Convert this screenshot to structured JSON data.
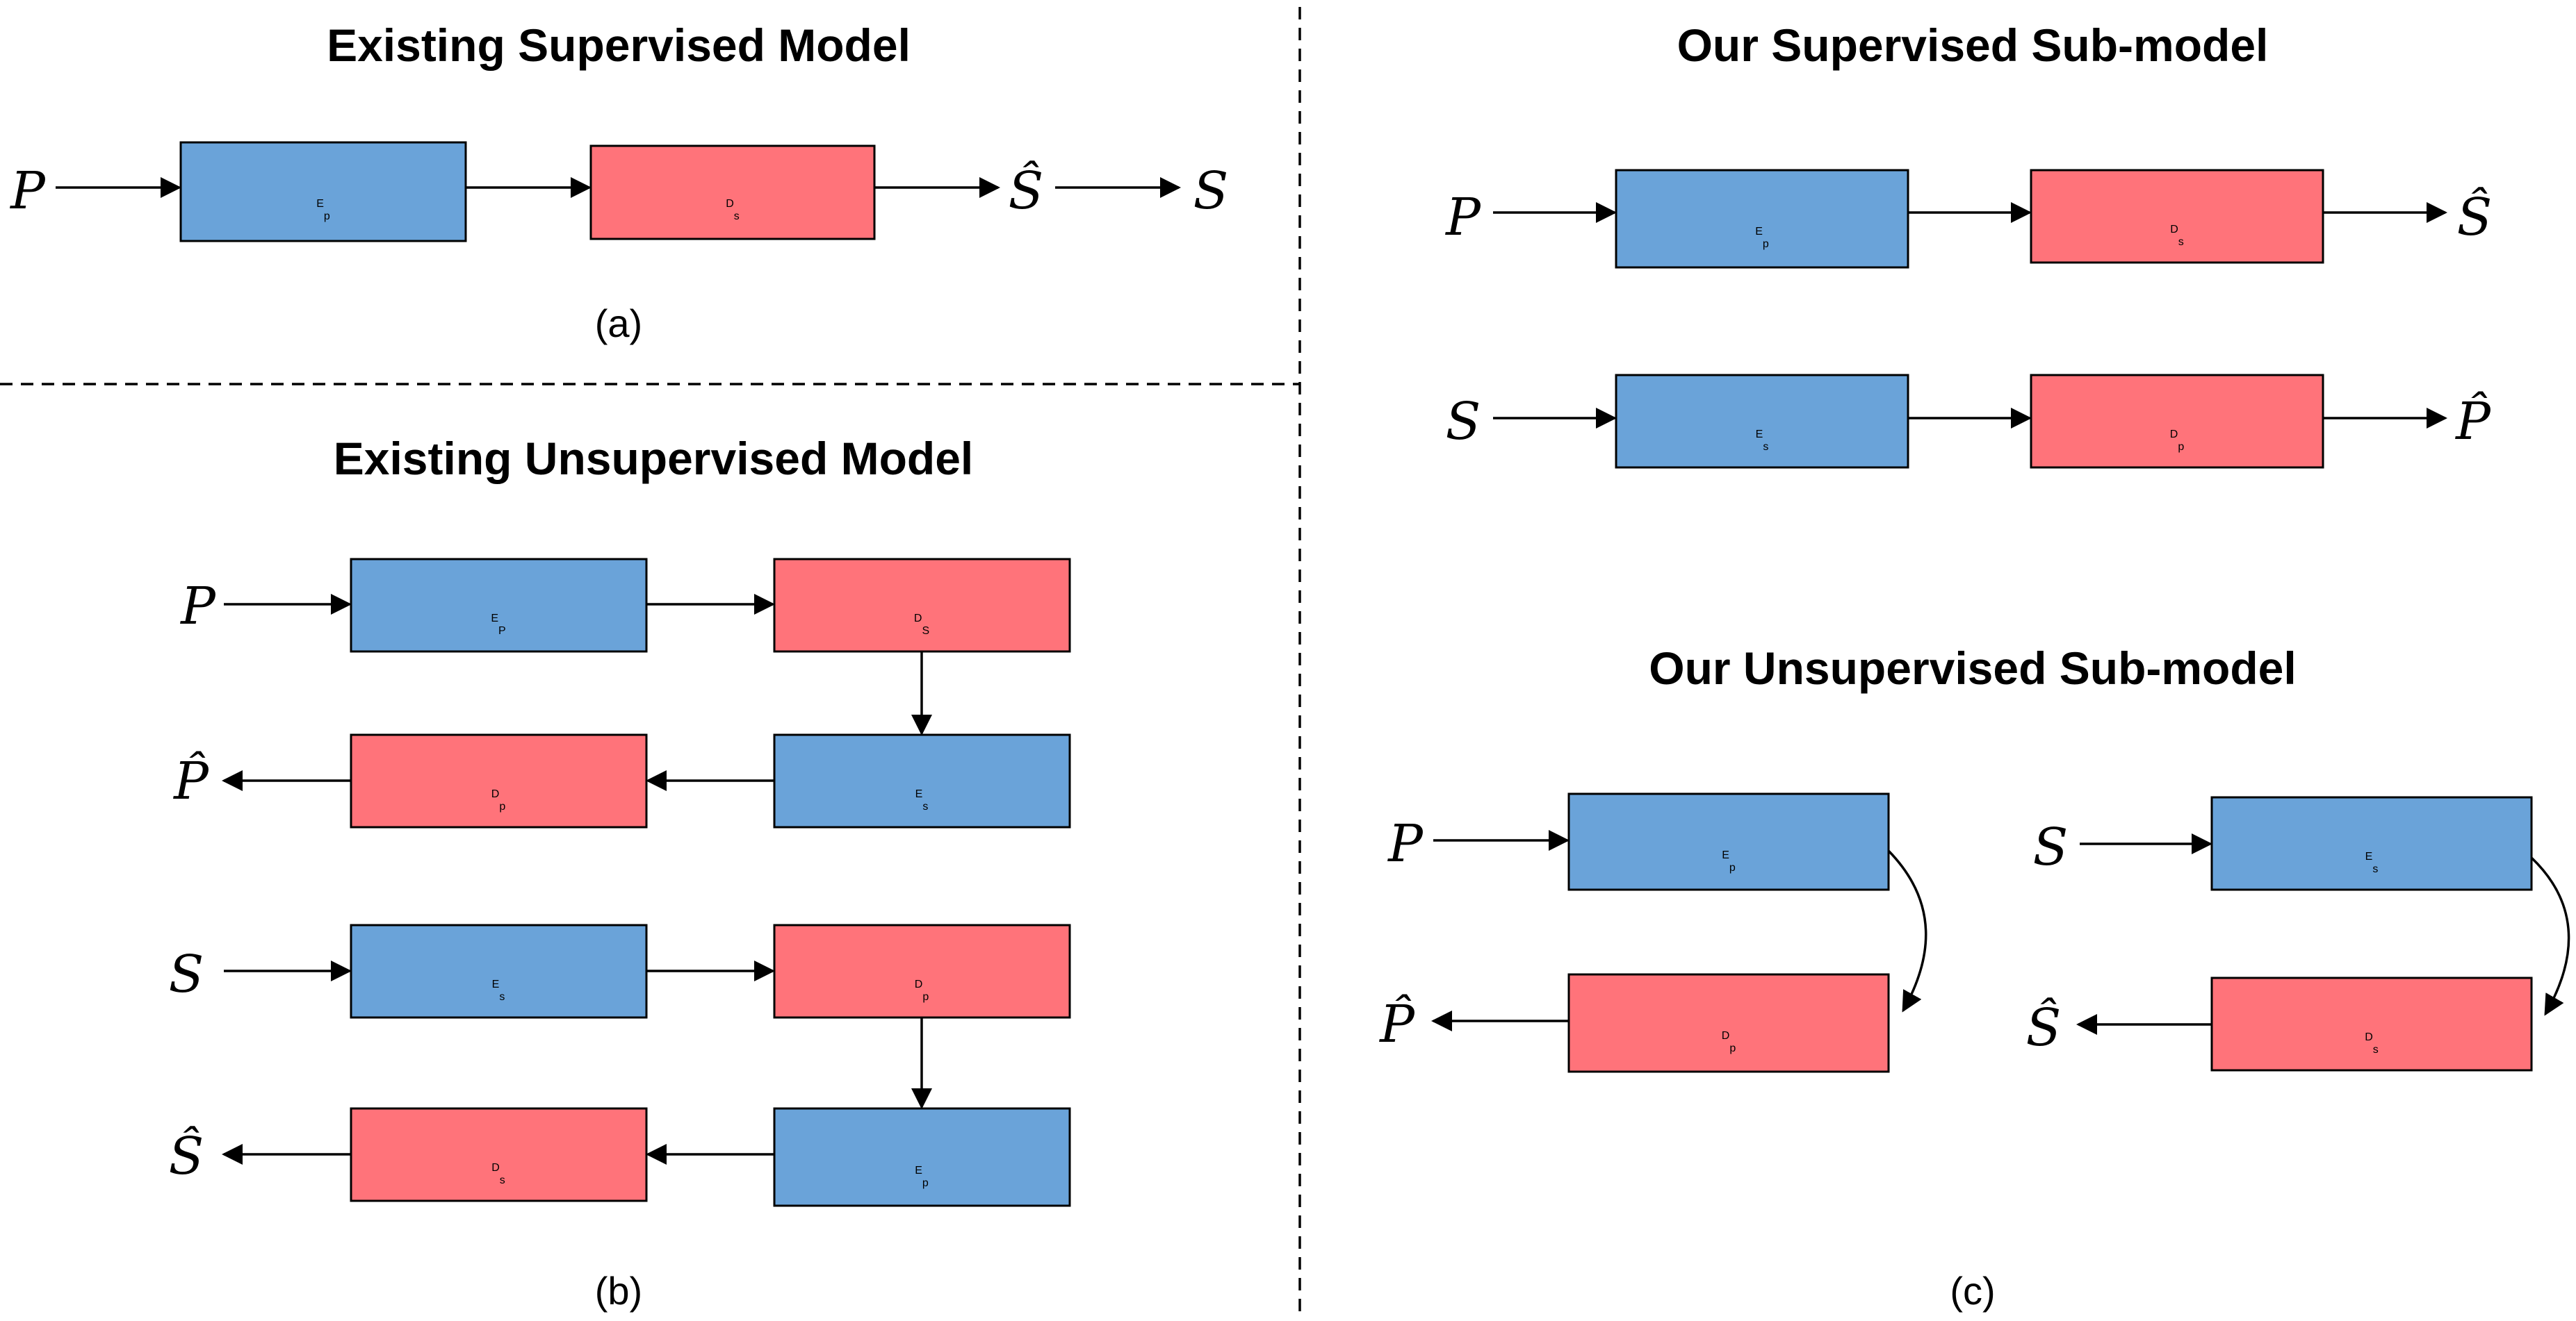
{
  "titles": {
    "existing_supervised": "Existing Supervised Model",
    "existing_unsupervised": "Existing Unsupervised Model",
    "our_supervised": "Our Supervised Sub-model",
    "our_unsupervised": "Our Unsupervised Sub-model"
  },
  "captions": {
    "a": "(a)",
    "b": "(b)",
    "c": "(c)"
  },
  "symbols": {
    "P": "P",
    "S": "S",
    "E": "E",
    "D": "D",
    "P_hat": "P̂",
    "S_hat": "Ŝ",
    "sub_p": "p",
    "sub_s": "s",
    "sub_P": "P",
    "sub_S": "S"
  },
  "colors": {
    "encoder": "#6aa3d9",
    "decoder": "#ff737a"
  }
}
